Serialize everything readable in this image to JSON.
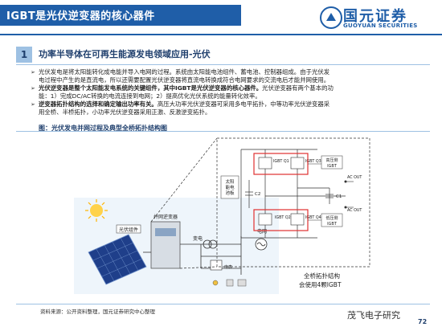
{
  "header": {
    "title": "IGBT是光伏逆变器的核心器件",
    "logo_cn": "国元证券",
    "logo_en": "GUOYUAN SECURITIES"
  },
  "section": {
    "number": "1",
    "title": "功率半导体在可再生能源发电领域应用-光伏"
  },
  "bullets": [
    {
      "lines": [
        "光伏发电是将太阳能转化成电能并导入电网的过程。系统由太阳能电池组件、蓄电池、控制器组成。由于光伏发",
        "电过程中产生的是直流电，所以还需要配置光伏逆变器将直流电转换成符合电网要求的交流电后才能并网使用。"
      ]
    },
    {
      "bold": "光伏逆变器是整个太阳能发电系统的关键组件，其中IGBT是光伏逆变器的核心器件。",
      "lines": [
        "光伏逆变器有两个基本的功",
        "能：1）完成DC/AC转换的电流连接到电网；2）提高优化光伏系统的能量转化效率。"
      ]
    },
    {
      "bold": "逆变器拓扑结构的选择和确定输出功率有关。",
      "lines": [
        "高压大功率光伏逆变器可采用多电平拓扑，中等功率光伏逆变器采",
        "用全桥、半桥拓扑，小功率光伏逆变器采用正激、反激逆变拓扑。"
      ]
    }
  ],
  "figure": {
    "label": "图：光伏发电并网过程及典型全桥拓扑结构图",
    "pv_label": "光伏组件",
    "inverter_label": "并网逆变器",
    "transformer_label": "变电",
    "grid_label": "电网",
    "meter_label": "电表",
    "circuit": {
      "battery_label": [
        "太阳",
        "能电",
        "池板"
      ],
      "c2": "C2",
      "c1": "C1",
      "q1": "IGBT Q1",
      "q3": "IGBT Q3",
      "q2": "IGBT Q2",
      "q4": "IGBT Q4",
      "hv_label": [
        "高压侧",
        "IGBT"
      ],
      "lv_label": [
        "低压侧",
        "IGBT"
      ],
      "ac_out1": "AC OUT",
      "ac_out2": "AC OUT"
    },
    "note_line1": "全桥拓扑结构",
    "note_line2": "会使用4颗IGBT"
  },
  "footer": {
    "source": "资料来源：公开资料整理，国元证券研究中心整理",
    "watermark": "茂飞电子研究",
    "page": "72"
  },
  "colors": {
    "brand_blue": "#1f5ea8",
    "highlight_red": "#e03030"
  }
}
